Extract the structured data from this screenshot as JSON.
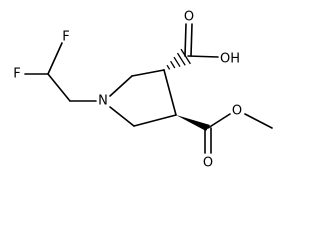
{
  "molecule": {
    "atom_labels": {
      "fluorine_top": "F",
      "fluorine_left": "F",
      "nitrogen": "N",
      "acid_hydroxyl": "OH",
      "acid_carbonyl_oxygen": "O",
      "ester_carbonyl_oxygen": "O",
      "ester_oxygen": "O"
    },
    "stereo": {
      "acid_bond": "hashed",
      "ester_bond": "wedge"
    }
  }
}
